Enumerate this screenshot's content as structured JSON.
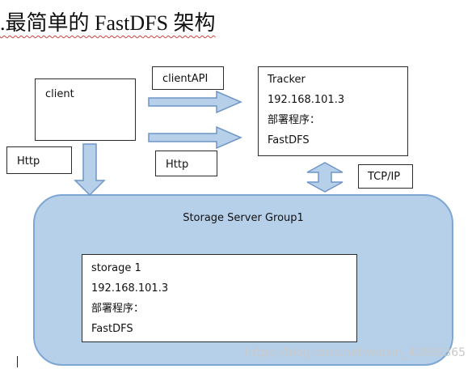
{
  "heading": ".最简单的 FastDFS 架构",
  "client": {
    "label": "client"
  },
  "client_api": {
    "label": "clientAPI"
  },
  "http_left": {
    "label": "Http"
  },
  "http_right": {
    "label": "Http"
  },
  "tracker": {
    "lines": [
      "Tracker",
      "192.168.101.3",
      "部署程序：",
      "FastDFS"
    ]
  },
  "tcp": {
    "label": "TCP/IP"
  },
  "storage_group": {
    "title": "Storage Server Group1"
  },
  "storage": {
    "lines": [
      "storage 1",
      "192.168.101.3",
      "部署程序：",
      "FastDFS"
    ]
  },
  "watermark": "https://blog.csdn.net/weixin_42869365",
  "colors": {
    "arrow_fill": "#b6d0ea",
    "arrow_stroke": "#6f96c6",
    "group_fill": "#b6d0ea"
  }
}
